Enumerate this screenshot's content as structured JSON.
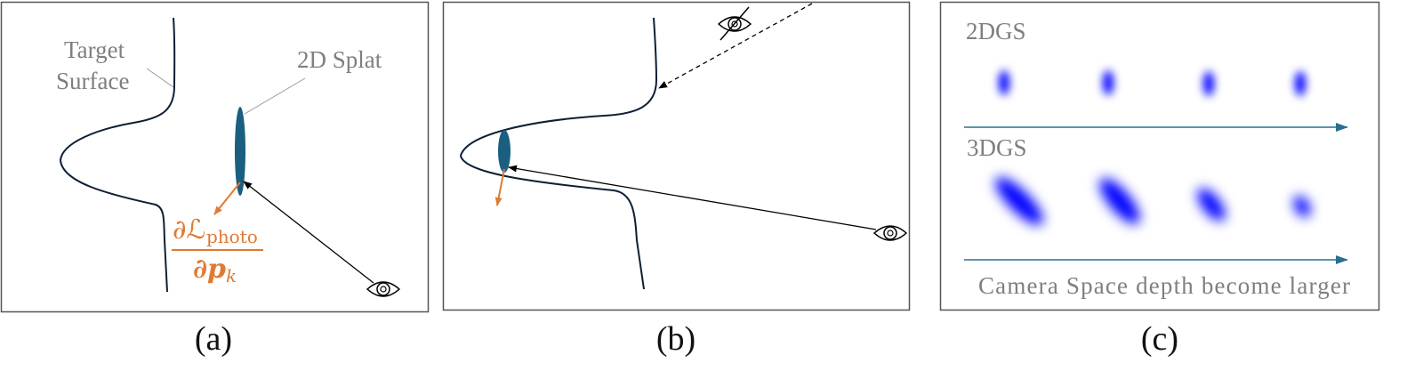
{
  "panel_a": {
    "caption": "(a)",
    "target_label_line1": "Target",
    "target_label_line2": "Surface",
    "splat_label": "2D Splat",
    "gradient_numerator": "∂ℒ",
    "gradient_numerator_sub": "photo",
    "gradient_denominator": "∂p",
    "gradient_denominator_sub": "k"
  },
  "panel_b": {
    "caption": "(b)"
  },
  "panel_c": {
    "caption": "(c)",
    "row1_label": "2DGS",
    "row2_label": "3DGS",
    "axis_label": "Camera Space depth become larger"
  },
  "colors": {
    "splat": "#1a5f80",
    "gradient": "#e07a33",
    "gaussian": "#0000ff",
    "arrow": "#2a6f8f",
    "label_gray": "#7f7f7f"
  }
}
